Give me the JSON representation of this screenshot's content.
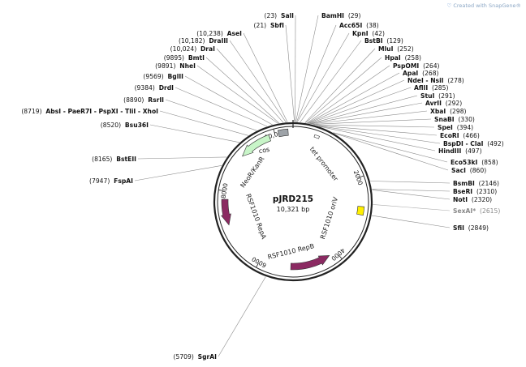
{
  "watermark": "Created with SnapGene®",
  "plasmid": {
    "name": "pJRD215",
    "size": "10,321 bp"
  },
  "ticks": [
    "10,000",
    "2000",
    "4000",
    "6000",
    "8000"
  ],
  "features": [
    "cos",
    "tet promoter",
    "NeoR/KanR",
    "RSF1010 oriV",
    "RSF1010 RepA",
    "RSF1010 RepB"
  ],
  "sites": [
    {
      "enzyme": "SalI",
      "pos": "(23)"
    },
    {
      "enzyme": "BamHI",
      "pos": "(29)"
    },
    {
      "enzyme": "SbfI",
      "pos": "(21)"
    },
    {
      "enzyme": "Acc65I",
      "pos": "(38)"
    },
    {
      "enzyme": "AseI",
      "pos": "(10,238)"
    },
    {
      "enzyme": "KpnI",
      "pos": "(42)"
    },
    {
      "enzyme": "DraIII",
      "pos": "(10,182)"
    },
    {
      "enzyme": "BstBI",
      "pos": "(129)"
    },
    {
      "enzyme": "DraI",
      "pos": "(10,024)"
    },
    {
      "enzyme": "MluI",
      "pos": "(252)"
    },
    {
      "enzyme": "BmtI",
      "pos": "(9895)"
    },
    {
      "enzyme": "HpaI",
      "pos": "(258)"
    },
    {
      "enzyme": "NheI",
      "pos": "(9891)"
    },
    {
      "enzyme": "PspOMI",
      "pos": "(264)"
    },
    {
      "enzyme": "ApaI",
      "pos": "(268)"
    },
    {
      "enzyme": "BglII",
      "pos": "(9569)"
    },
    {
      "enzyme": "NdeI - NsiI",
      "pos": "(278)"
    },
    {
      "enzyme": "DrdI",
      "pos": "(9384)"
    },
    {
      "enzyme": "AflII",
      "pos": "(285)"
    },
    {
      "enzyme": "RsrII",
      "pos": "(8890)"
    },
    {
      "enzyme": "StuI",
      "pos": "(291)"
    },
    {
      "enzyme": "AbsI - PaeR7I - PspXI - TliI - XhoI",
      "pos": "(8719)"
    },
    {
      "enzyme": "AvrII",
      "pos": "(292)"
    },
    {
      "enzyme": "XbaI",
      "pos": "(298)"
    },
    {
      "enzyme": "SnaBI",
      "pos": "(330)"
    },
    {
      "enzyme": "Bsu36I",
      "pos": "(8520)"
    },
    {
      "enzyme": "SpeI",
      "pos": "(394)"
    },
    {
      "enzyme": "EcoRI",
      "pos": "(466)"
    },
    {
      "enzyme": "BspDI - ClaI",
      "pos": "(492)"
    },
    {
      "enzyme": "HindIII",
      "pos": "(497)"
    },
    {
      "enzyme": "BstEII",
      "pos": "(8165)"
    },
    {
      "enzyme": "Eco53kI",
      "pos": "(858)"
    },
    {
      "enzyme": "SacI",
      "pos": "(860)"
    },
    {
      "enzyme": "FspAI",
      "pos": "(7947)"
    },
    {
      "enzyme": "BsmBI",
      "pos": "(2146)"
    },
    {
      "enzyme": "BseRI",
      "pos": "(2310)"
    },
    {
      "enzyme": "NotI",
      "pos": "(2320)"
    },
    {
      "enzyme": "SexAI*",
      "pos": "(2615)"
    },
    {
      "enzyme": "SfiI",
      "pos": "(2849)"
    },
    {
      "enzyme": "SgrAI",
      "pos": "(5709)"
    }
  ],
  "colors": {
    "backbone": "#222222",
    "cos": "#9ea3a8",
    "neoR": "#c8f5c8",
    "oriV": "#ffef00",
    "rep": "#8b2a62",
    "promoter": "#ffffff",
    "sexai": "#888888"
  }
}
